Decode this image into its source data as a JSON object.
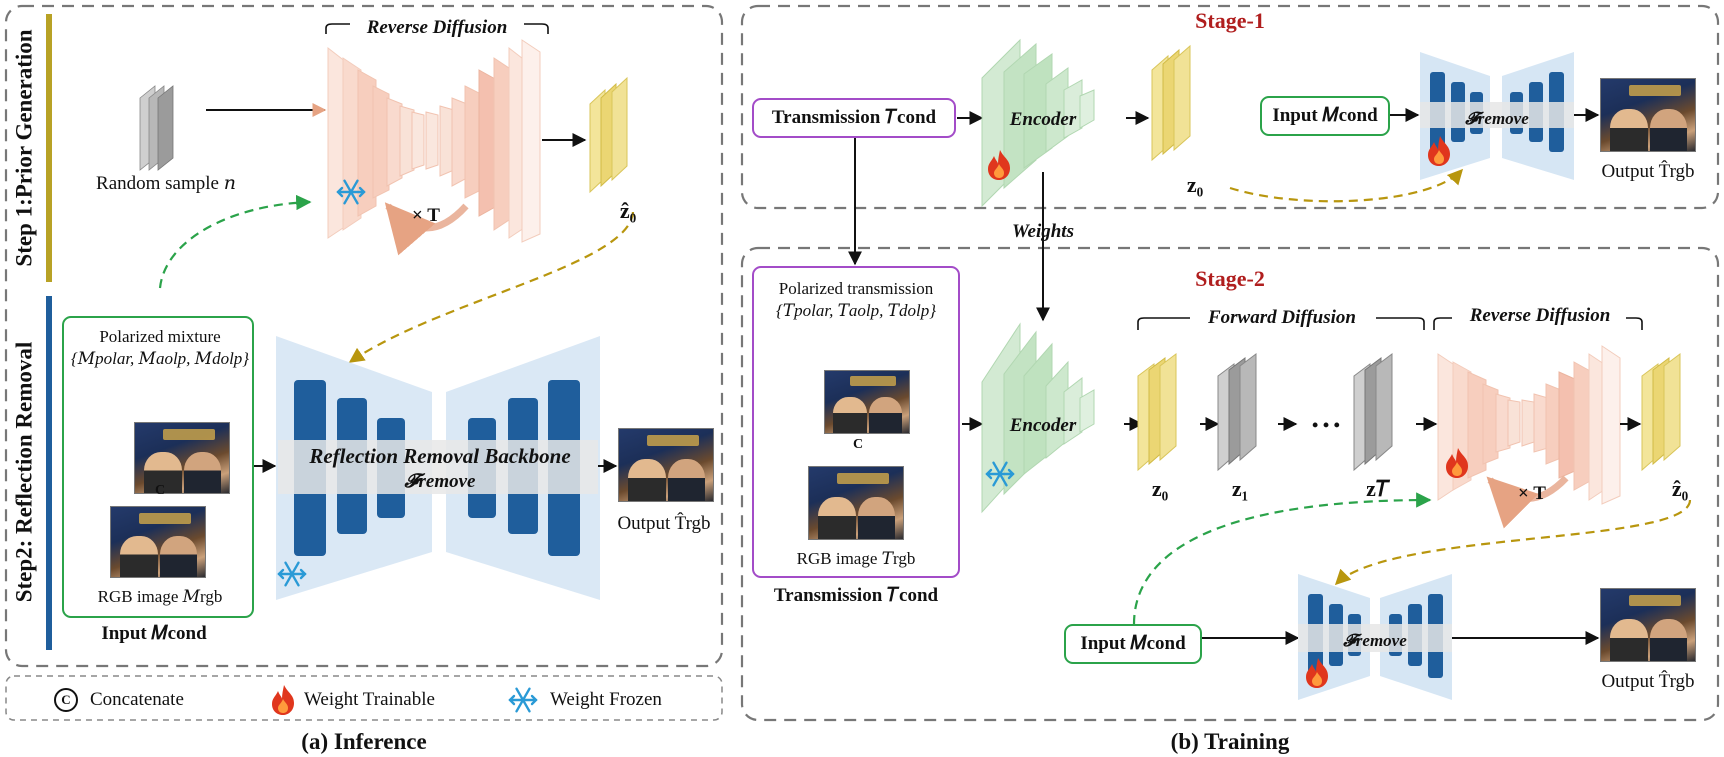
{
  "colors": {
    "title_red": "#b01e1e",
    "purple_border": "#a34cc8",
    "green_border": "#2ba34a",
    "step1_bar": "#b8a225",
    "step2_bar": "#1f5e9c",
    "latent_yellow": "#e6cf5f",
    "noise_gray": "#8e8e8e",
    "encoder_green": "#b9dfb9",
    "denoiser_salmon": "#f3b6a2",
    "backbone_light_blue": "#d6e6f4",
    "backbone_dark_blue": "#1f5e9c",
    "arrow_green": "#2ba34a",
    "arrow_gold": "#b8960e"
  },
  "inference": {
    "step1_label": "Step 1:Prior Generation",
    "step2_label": "Step2: Reflection Removal",
    "reverse_diffusion": "Reverse Diffusion",
    "times_T": "× T",
    "random_sample": "Random sample 𝑛",
    "z0_hat": "ẑ₀",
    "polarized_mixture": "Polarized mixture",
    "mixture_set": "{𝑀polar, 𝑀aolp, 𝑀dolp}",
    "concat_symbol": "C",
    "rgb_image": "RGB image 𝑀rgb",
    "input": "Input 𝑀cond",
    "backbone_title": "Reflection Removal Backbone",
    "f_remove": "𝓕remove",
    "output": "Output T̂rgb",
    "caption": "(a) Inference"
  },
  "legend": {
    "concatenate": "Concatenate",
    "trainable": "Weight Trainable",
    "frozen": "Weight Frozen"
  },
  "training": {
    "stage1": "Stage-1",
    "stage2": "Stage-2",
    "transmission_cond": "Transmission 𝑇cond",
    "encoder": "Encoder",
    "z0": "z₀",
    "z1": "z₁",
    "zT": "z𝑇",
    "z0_hat": "ẑ₀",
    "input": "Input 𝑀cond",
    "f_remove": "𝓕remove",
    "output": "Output T̂rgb",
    "weights": "Weights",
    "polarized_transmission": "Polarized transmission",
    "transmission_set": "{𝑇polar, 𝑇aolp, 𝑇dolp}",
    "rgb_image": "RGB image 𝑇rgb",
    "transmission_bottom": "Transmission 𝑇cond",
    "forward_diffusion": "Forward Diffusion",
    "reverse_diffusion": "Reverse Diffusion",
    "times_T": "× T",
    "dots": "• • •",
    "concat_symbol": "C",
    "caption": "(b) Training"
  }
}
